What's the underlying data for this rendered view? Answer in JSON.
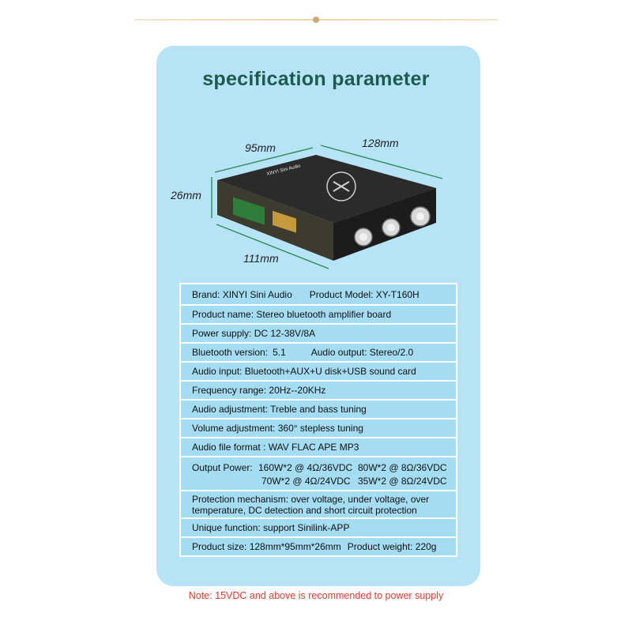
{
  "title": "specification parameter",
  "dimensions": {
    "width": "95mm",
    "length": "128mm",
    "height": "26mm",
    "depth": "111mm"
  },
  "board_label": "XINYI Sini Audio",
  "specs": {
    "brand": "Brand: XINYI Sini Audio",
    "model": "Product Model: XY-T160H",
    "name": "Product name: Stereo bluetooth amplifier board",
    "power_supply": "Power supply: DC 12-38V/8A",
    "bt_version_label": "Bluetooth version:",
    "bt_version_value": "5.1",
    "audio_output": "Audio output: Stereo/2.0",
    "audio_input": "Audio input: Bluetooth+AUX+U disk+USB sound card",
    "frequency": "Frequency range: 20Hz--20KHz",
    "audio_adjust": "Audio adjustment: Treble and bass tuning",
    "volume_adjust": "Volume adjustment: 360° stepless tuning",
    "file_format": "Audio file format : WAV FLAC APE MP3",
    "output_power_label": "Output Power:",
    "output_power": [
      "160W*2 @ 4Ω/36VDC",
      "80W*2 @ 8Ω/36VDC",
      "70W*2 @ 4Ω/24VDC",
      "35W*2 @ 8Ω/24VDC"
    ],
    "protection_line1": "Protection mechanism: over voltage, under voltage, over",
    "protection_line2": "temperature, DC detection and short circuit protection",
    "unique": "Unique function: support Sinilink-APP",
    "size": "Product size: 128mm*95mm*26mm",
    "weight": "Product weight: 220g"
  },
  "note": "Note: 15VDC and above is recommended to power supply",
  "colors": {
    "panel": "#b6e3f5",
    "row": "#a4dcf2",
    "title": "#1e5b4f",
    "note": "#e03a2e",
    "dim_line": "#2e8b57"
  }
}
